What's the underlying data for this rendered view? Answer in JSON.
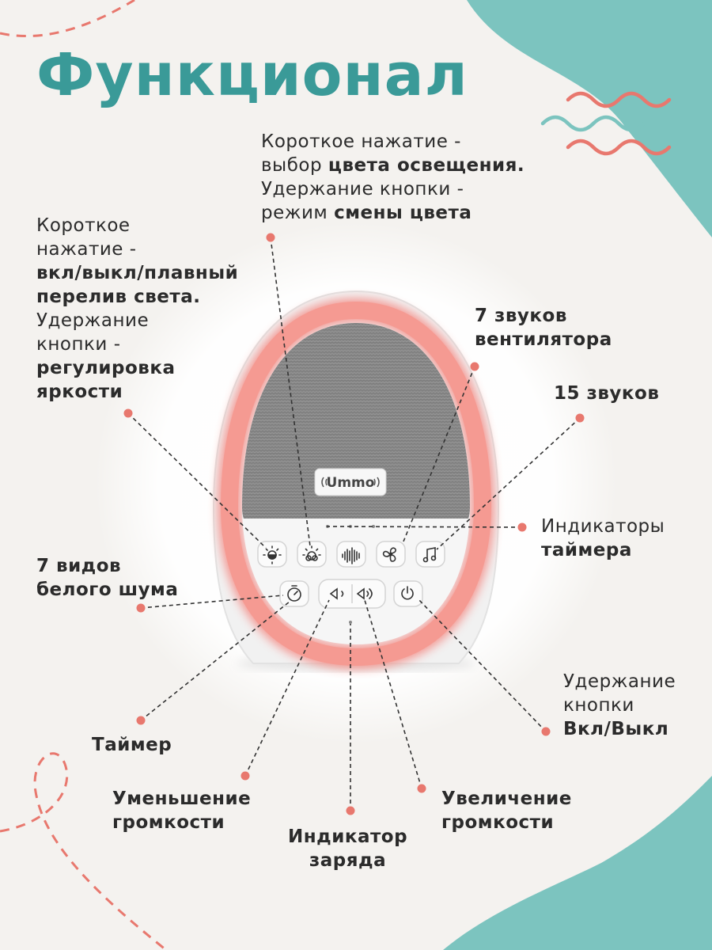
{
  "title": "Функционал",
  "device": {
    "logo_brand": "Ummo"
  },
  "labels": {
    "light_color": {
      "line1": "Короткое нажатие -",
      "line2_normal": "выбор ",
      "line2_bold": "цвета освещения.",
      "line3": "Удержание кнопки -",
      "line4_normal": "режим ",
      "line4_bold": "смены цвета"
    },
    "brightness": {
      "line1": "Короткое",
      "line2": "нажатие -",
      "line3_bold": "вкл/выкл/плавный",
      "line4_bold": "перелив света.",
      "line5": "Удержание",
      "line6": "кнопки -",
      "line7_bold": "регулировка",
      "line8_bold": "яркости"
    },
    "fan_sounds": {
      "line1": "7 звуков",
      "line2": "вентилятора"
    },
    "sounds15": "15 звуков",
    "timer_indicators": {
      "line1": "Индикаторы",
      "line2_bold": "таймера"
    },
    "white_noise": {
      "line1": "7 видов",
      "line2": "белого шума"
    },
    "power": {
      "line1": "Удержание",
      "line2": "кнопки",
      "line3_bold": "Вкл/Выкл"
    },
    "timer": "Таймер",
    "volume_down": {
      "line1": "Уменьшение",
      "line2": "громкости"
    },
    "charge": {
      "line1": "Индикатор",
      "line2": "заряда"
    },
    "volume_up": {
      "line1": "Увеличение",
      "line2": "громкости"
    }
  },
  "icons": {
    "brightness": "sun-half-icon",
    "color": "rgb-light-icon",
    "white_noise": "soundwave-icon",
    "fan": "fan-icon",
    "music": "music-note-icon",
    "timer": "timer-icon",
    "volume_down": "volume-down-icon",
    "volume_up": "volume-up-icon",
    "power": "power-icon"
  },
  "colors": {
    "title": "#3a9a98",
    "accent_teal": "#7cc4bf",
    "accent_coral": "#e8786e",
    "glow": "#f48f88",
    "fabric": "#8a8a8a",
    "body": "#f1f1f1",
    "background": "#f4f2ef"
  }
}
